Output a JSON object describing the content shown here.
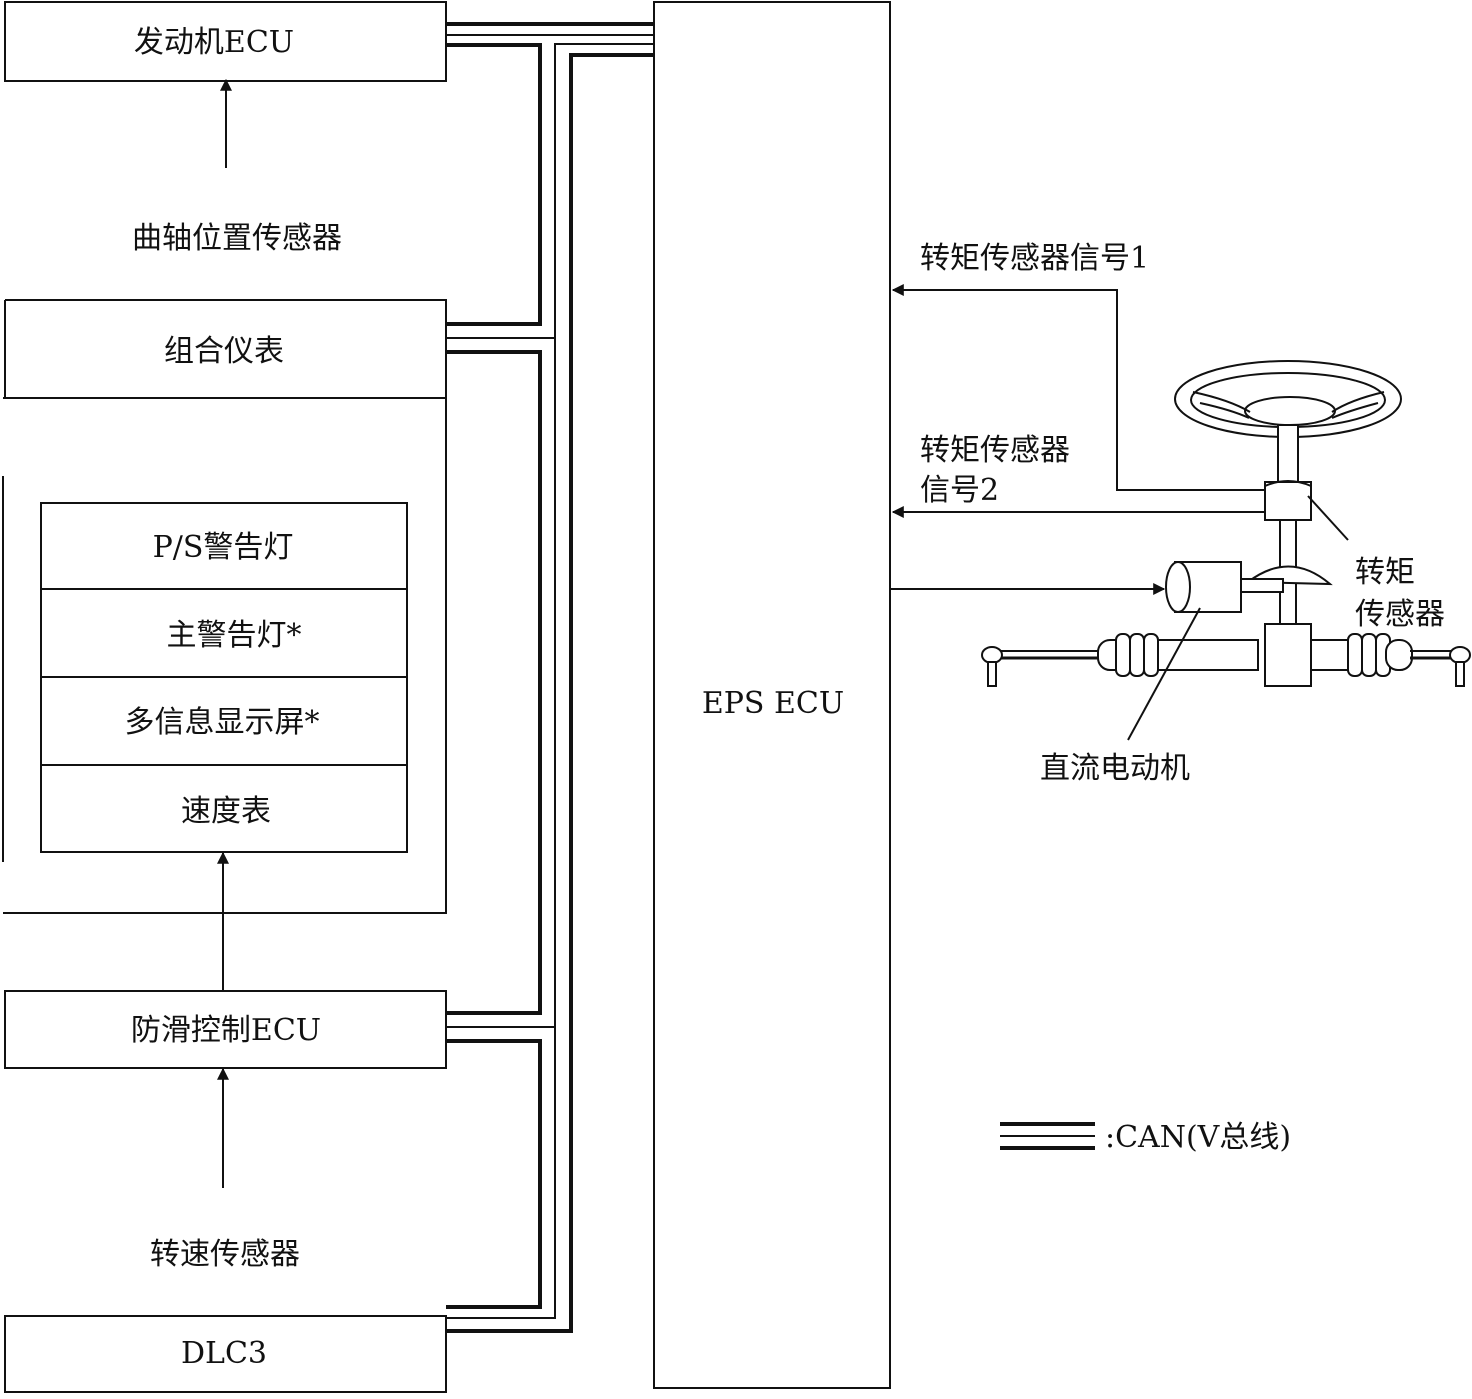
{
  "boxes": {
    "engine_ecu": "发动机ECU",
    "combination_meter": "组合仪表",
    "ps_warning": "P/S警告灯",
    "master_warning": "主警告灯*",
    "multi_info_display": "多信息显示屏*",
    "speedometer": "速度表",
    "skid_control_ecu": "防滑控制ECU",
    "dlc3": "DLC3",
    "eps_ecu": "EPS  ECU"
  },
  "sensors": {
    "crankshaft": "曲轴位置传感器",
    "wheel_speed": "转速传感器"
  },
  "signals": {
    "torque_signal_1": "转矩传感器信号1",
    "torque_signal_2_line1": "转矩传感器",
    "torque_signal_2_line2": "信号2"
  },
  "steering": {
    "torque_sensor_line1": "转矩",
    "torque_sensor_line2": "传感器",
    "dc_motor": "直流电动机"
  },
  "legend": {
    "can_label": ":CAN(V总线)"
  },
  "colors": {
    "line": "#111111",
    "background": "#ffffff"
  }
}
